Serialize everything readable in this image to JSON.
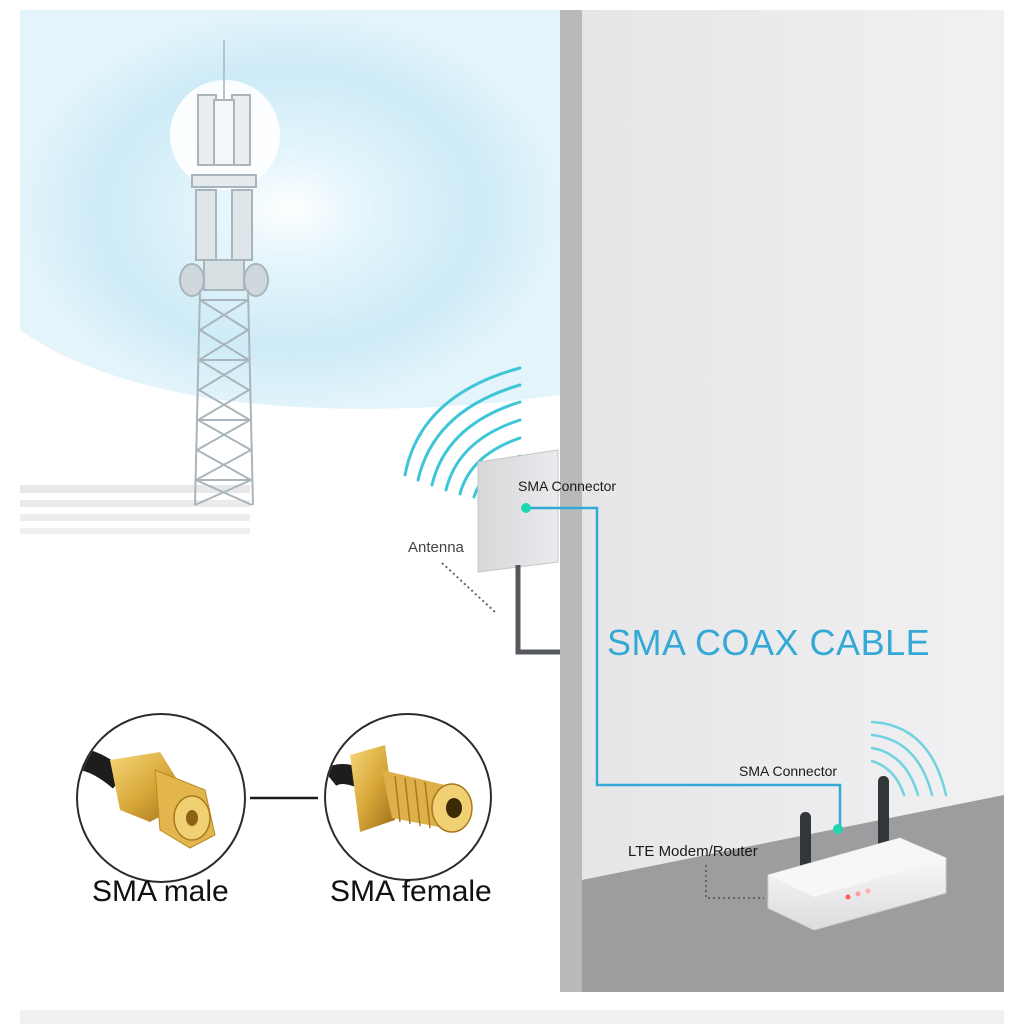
{
  "labels": {
    "sma_connector_top": "SMA Connector",
    "antenna": "Antenna",
    "cable": "SMA COAX CABLE",
    "sma_connector_router": "SMA Connector",
    "router": "LTE Modem/Router",
    "sma_male": "SMA male",
    "sma_female": "SMA female"
  },
  "colors": {
    "cable": "#35a9d6",
    "connector_dot": "#1fd6b0",
    "glow": "#cdebf7",
    "wall": "#ebebed",
    "wall_edge": "#b9b9bb",
    "floor": "#9d9d9f",
    "gold": "#d8a83a"
  },
  "icons": {
    "tower": "cell-tower-icon",
    "antenna": "panel-antenna-icon",
    "router": "lte-router-icon",
    "sma_male": "sma-male-connector-icon",
    "sma_female": "sma-female-connector-icon"
  }
}
